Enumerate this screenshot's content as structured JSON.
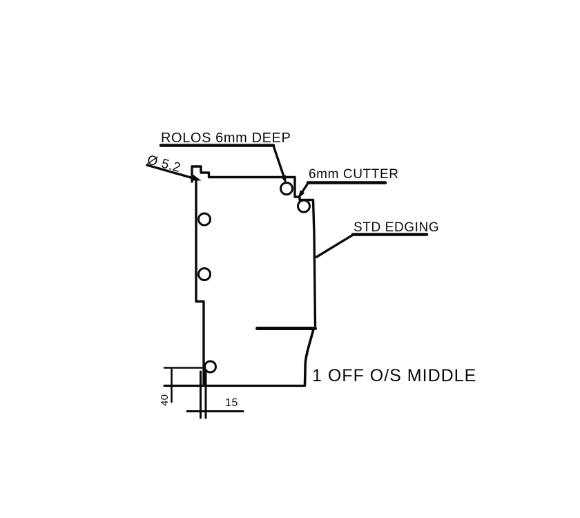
{
  "page": {
    "background": "#ffffff",
    "ink": "#0a0a0a"
  },
  "labels": {
    "rolos": "ROLOS 6mm DEEP",
    "diameter": "Ø 5.2",
    "cutter": "6mm CUTTER",
    "edging": "STD EDGING",
    "part_note": "1 OFF O/S MIDDLE",
    "dim_40": "40",
    "dim_15": "15"
  }
}
